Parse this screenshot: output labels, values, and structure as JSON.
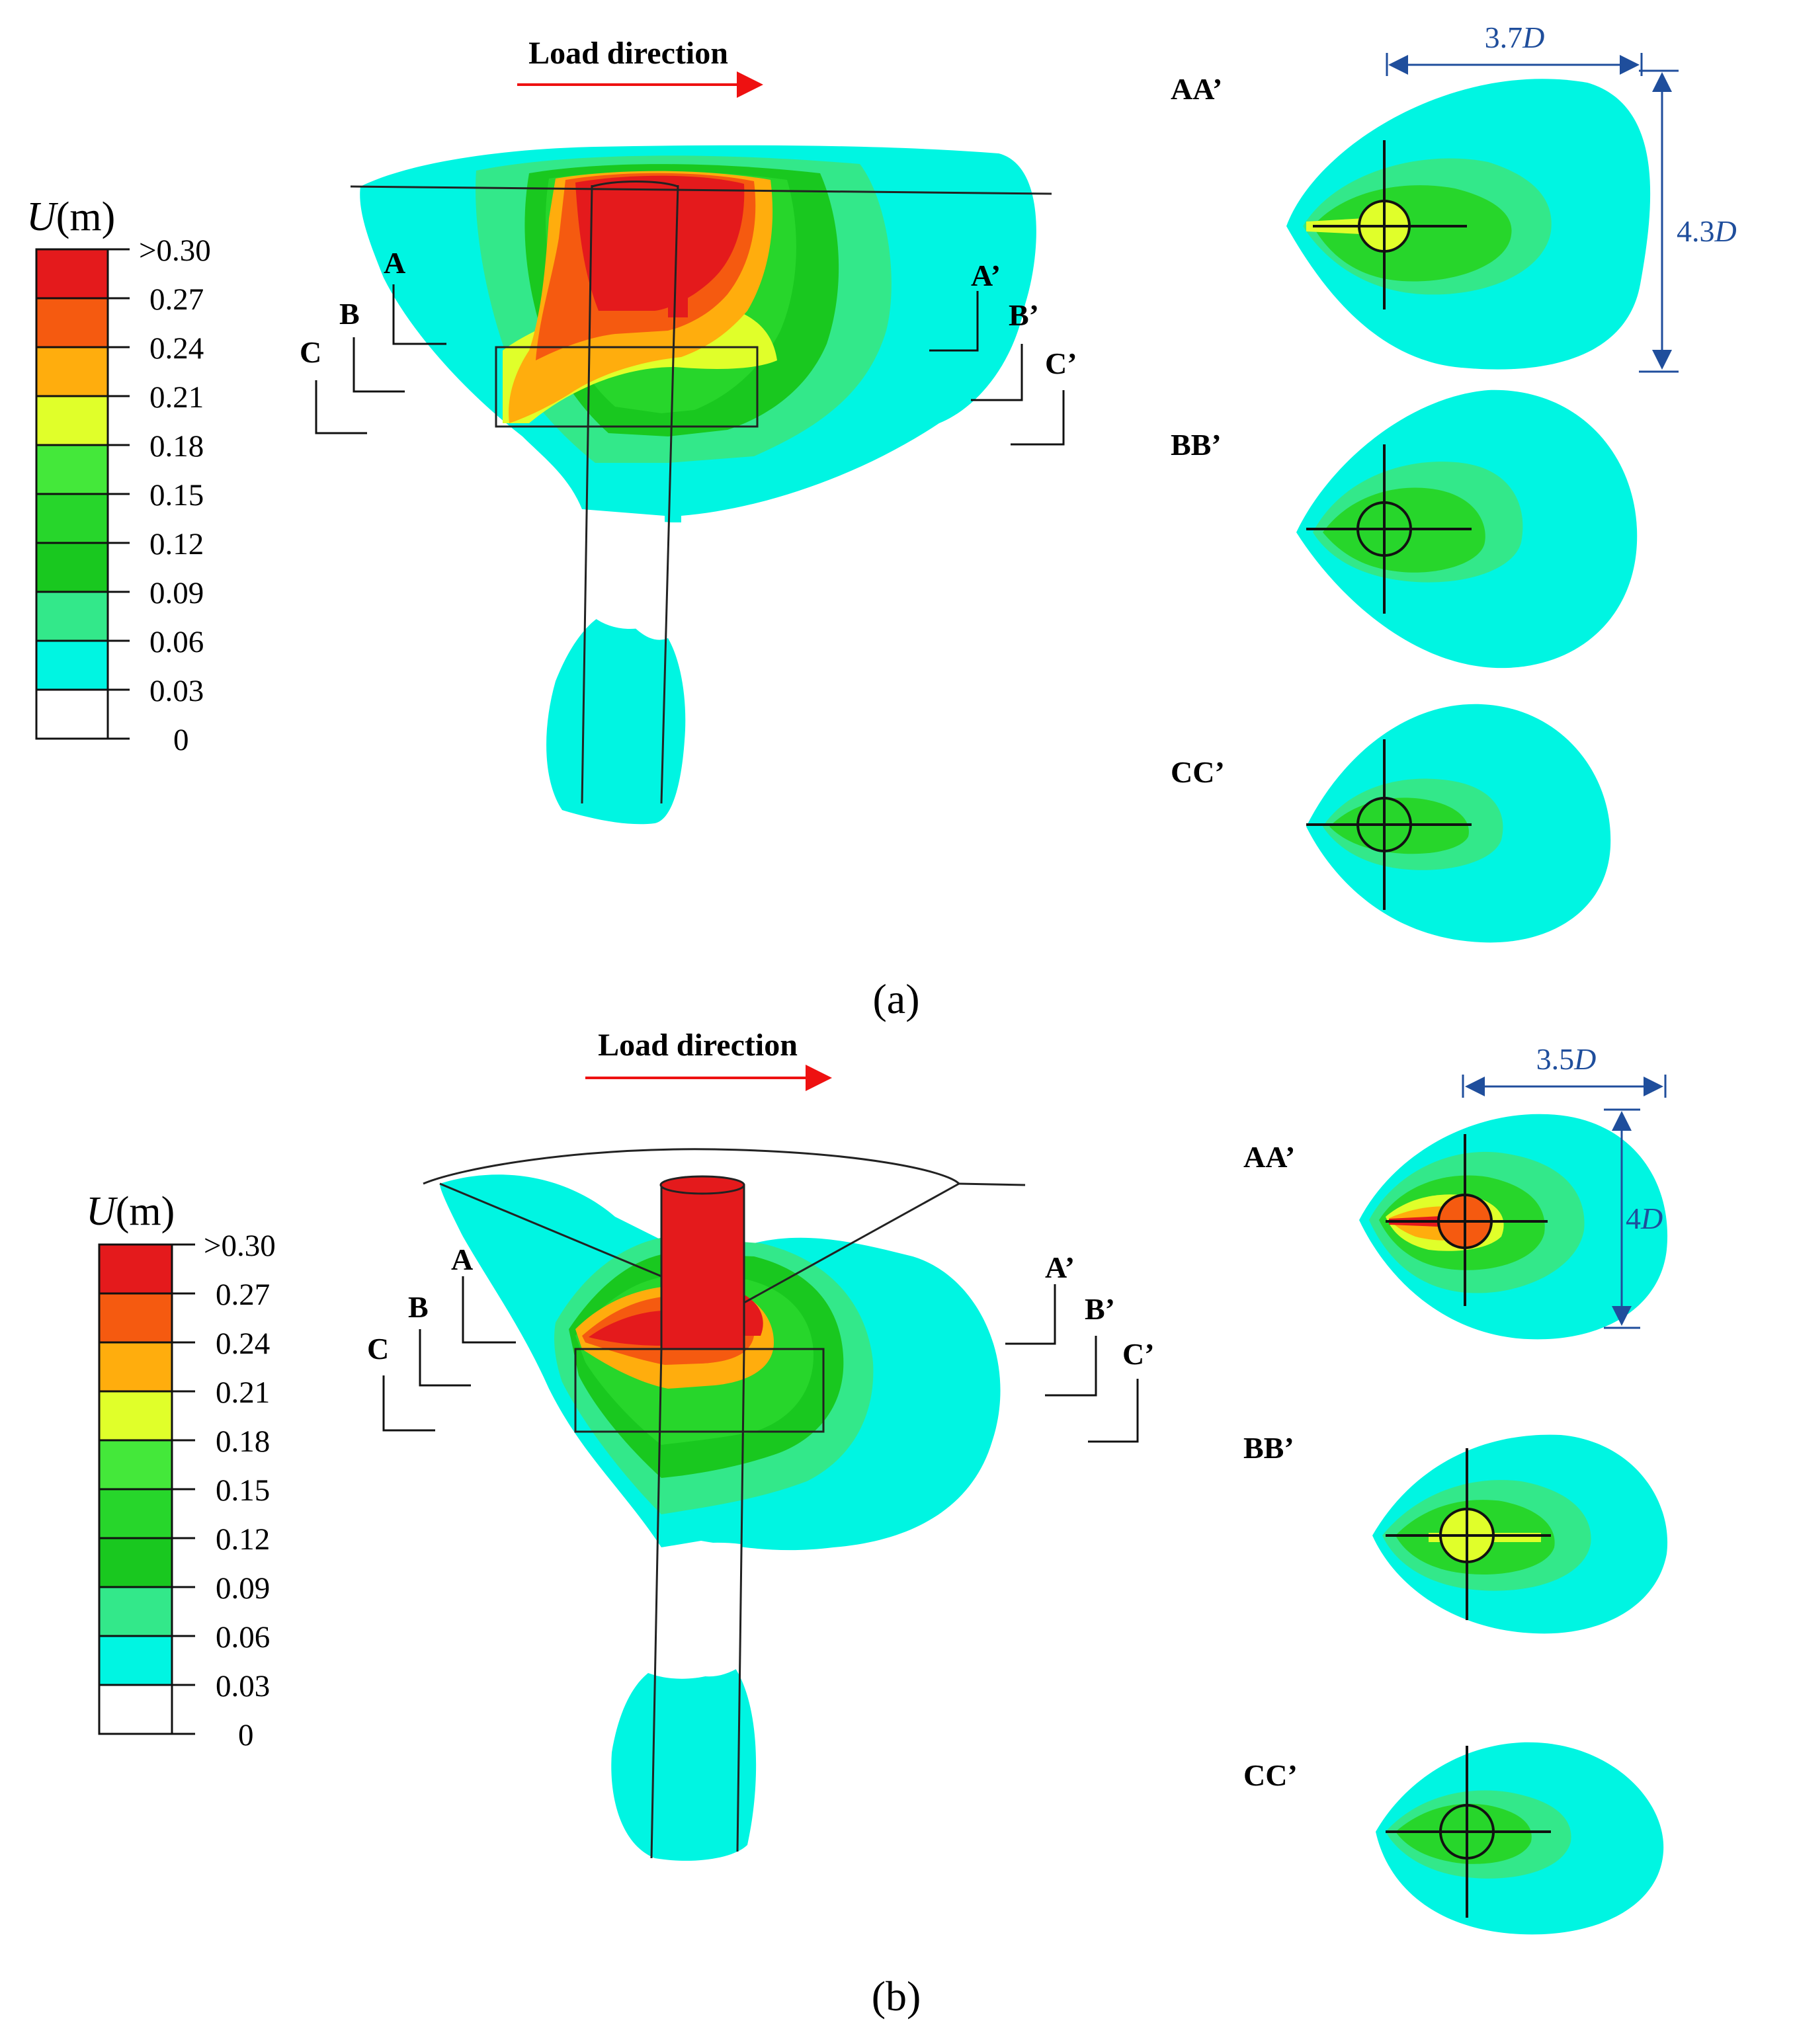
{
  "colors": {
    "load_arrow": "#ee1111",
    "dimension": "#1f4e9c",
    "outline": "#111111",
    "legend_levels": [
      "#e41a1c",
      "#f55a10",
      "#ffad0d",
      "#e0ff2a",
      "#44e83a",
      "#27d62b",
      "#19c81f",
      "#33e88a",
      "#00f5e2",
      "#ffffff"
    ]
  },
  "panels": [
    {
      "panel_label": "(a)",
      "load_label": "Load direction",
      "legend": {
        "variable": "U",
        "unit": "(m)",
        "ticks": [
          ">0.30",
          "0.27",
          "0.24",
          "0.21",
          "0.18",
          "0.15",
          "0.12",
          "0.09",
          "0.06",
          "0.03",
          "0"
        ]
      },
      "section_marks": [
        "A",
        "B",
        "C",
        "A’",
        "B’",
        "C’"
      ],
      "cross_sections": [
        {
          "label": "AA’",
          "center_fill": "#e0ff2a"
        },
        {
          "label": "BB’",
          "center_fill": "#27d62b"
        },
        {
          "label": "CC’",
          "center_fill": "#27d62b"
        }
      ],
      "dim_width_prefix": "3.7",
      "dim_height_prefix": "4.3",
      "dim_symbol": "D"
    },
    {
      "panel_label": "(b)",
      "load_label": "Load direction",
      "legend": {
        "variable": "U",
        "unit": "(m)",
        "ticks": [
          ">0.30",
          "0.27",
          "0.24",
          "0.21",
          "0.18",
          "0.15",
          "0.12",
          "0.09",
          "0.06",
          "0.03",
          "0"
        ]
      },
      "section_marks": [
        "A",
        "B",
        "C",
        "A’",
        "B’",
        "C’"
      ],
      "cross_sections": [
        {
          "label": "AA’",
          "center_fill": "#f55a10"
        },
        {
          "label": "BB’",
          "center_fill": "#e0ff2a"
        },
        {
          "label": "CC’",
          "center_fill": "#27d62b"
        }
      ],
      "dim_width_prefix": "3.5",
      "dim_height_prefix": "4",
      "dim_symbol": "D"
    }
  ]
}
